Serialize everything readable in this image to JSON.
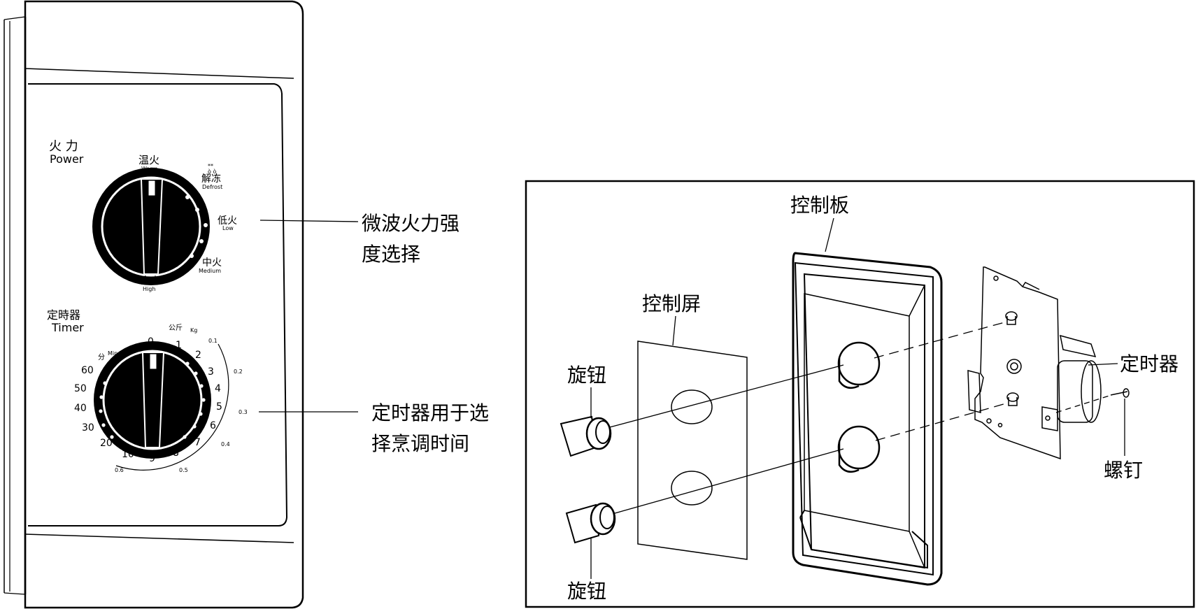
{
  "panel": {
    "power_cn": "火 力",
    "power_en": "Power",
    "power_settings": [
      {
        "cn": "温火",
        "en": "Warm"
      },
      {
        "cn": "解冻",
        "en": "Defrost"
      },
      {
        "cn": "低火",
        "en": "Low"
      },
      {
        "cn": "中火",
        "en": "Medium"
      },
      {
        "cn": "高火",
        "en": "High"
      }
    ],
    "defrost_symbol": "**",
    "timer_cn": "定時器",
    "timer_en": "Timer",
    "weight_label": "公斤",
    "weight_unit": "Kg",
    "minute_label": "分",
    "minute_unit": "Min",
    "timer_numbers": [
      "0",
      "1",
      "2",
      "3",
      "4",
      "5",
      "6",
      "7",
      "8",
      "9",
      "10",
      "20",
      "30",
      "40",
      "50",
      "60"
    ],
    "weight_numbers": [
      "0.1",
      "0.2",
      "0.3",
      "0.4",
      "0.5",
      "0.6"
    ]
  },
  "callouts": {
    "power_desc_line1": "微波火力强",
    "power_desc_line2": "度选择",
    "timer_desc_line1": "定时器用于选",
    "timer_desc_line2": "择烹调时间"
  },
  "exploded": {
    "control_board": "控制板",
    "control_screen": "控制屏",
    "knob_top": "旋钮",
    "knob_bottom": "旋钮",
    "timer": "定时器",
    "screw": "螺钉"
  }
}
